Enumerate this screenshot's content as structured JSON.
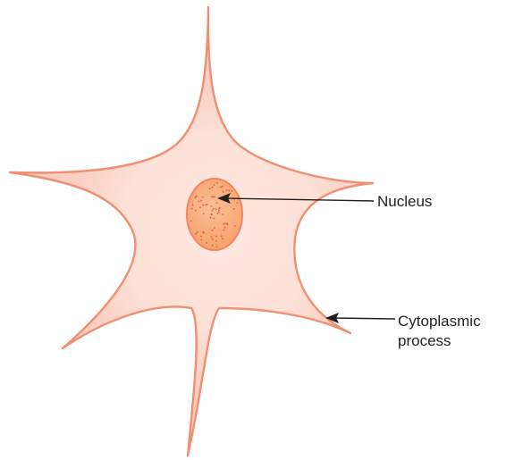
{
  "labels": {
    "nucleus": "Nucleus",
    "cytoplasmic_process_line1": "Cytoplasmic",
    "cytoplasmic_process_line2": "process"
  },
  "colors": {
    "cell_outline": "#ef8f73",
    "cell_fill_outer": "#fdd5c9",
    "cell_fill_inner": "#fee9e2",
    "nucleus_fill": "#f9b07c",
    "nucleus_outline": "#f08561",
    "nucleus_dots": "#e5583f",
    "arrow": "#231f20",
    "label_text": "#231f20"
  }
}
